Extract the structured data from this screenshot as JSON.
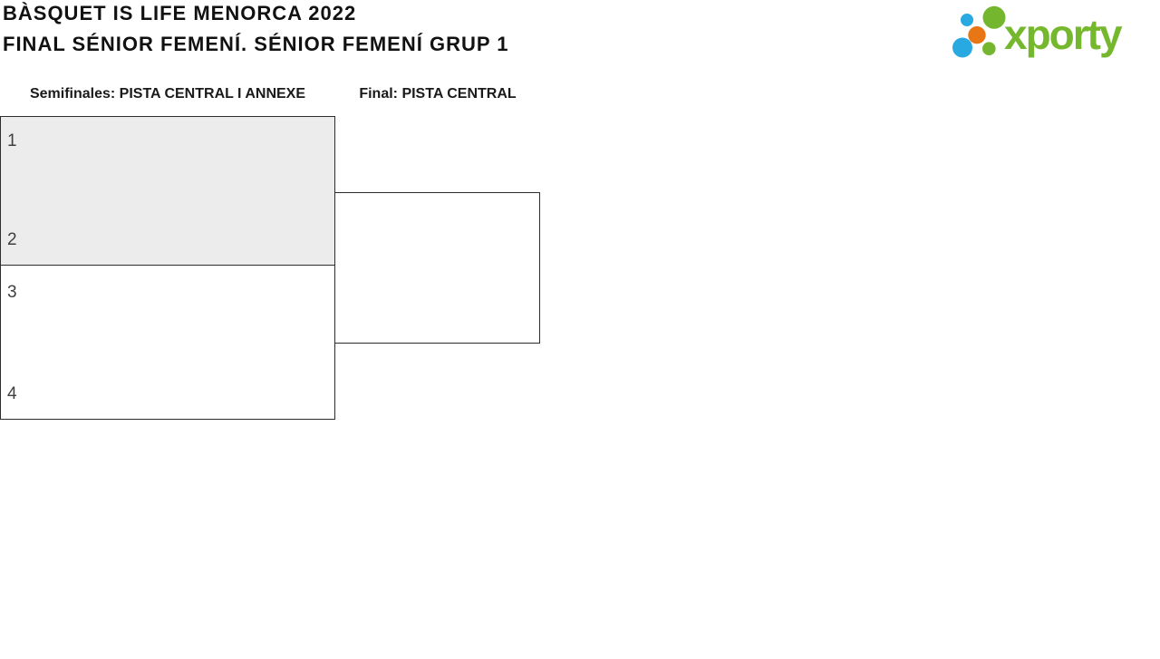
{
  "header": {
    "title_line1": "BÀSQUET IS LIFE MENORCA 2022",
    "title_line2": "FINAL SÉNIOR FEMENÍ. SÉNIOR FEMENÍ GRUP 1"
  },
  "logo": {
    "text": "xporty",
    "mark": "circles-cluster-icon",
    "colors": {
      "green": "#74b72e",
      "blue": "#29a9e1",
      "orange": "#e87614",
      "text_green": "#76b82d"
    }
  },
  "bracket": {
    "round_headers": [
      {
        "label": "Semifinales: PISTA CENTRAL I ANNEXE"
      },
      {
        "label": "Final: PISTA CENTRAL"
      }
    ],
    "matches": [
      {
        "id": "semifinal-1",
        "seeds": [
          "1",
          "2"
        ],
        "highlighted": true
      },
      {
        "id": "semifinal-2",
        "seeds": [
          "3",
          "4"
        ],
        "highlighted": false
      },
      {
        "id": "final",
        "seeds": [
          "",
          ""
        ],
        "highlighted": false
      }
    ],
    "colors": {
      "highlight_bg": "#ececec",
      "border": "#2d2d2d",
      "seed_text": "#3f3f3f"
    }
  }
}
